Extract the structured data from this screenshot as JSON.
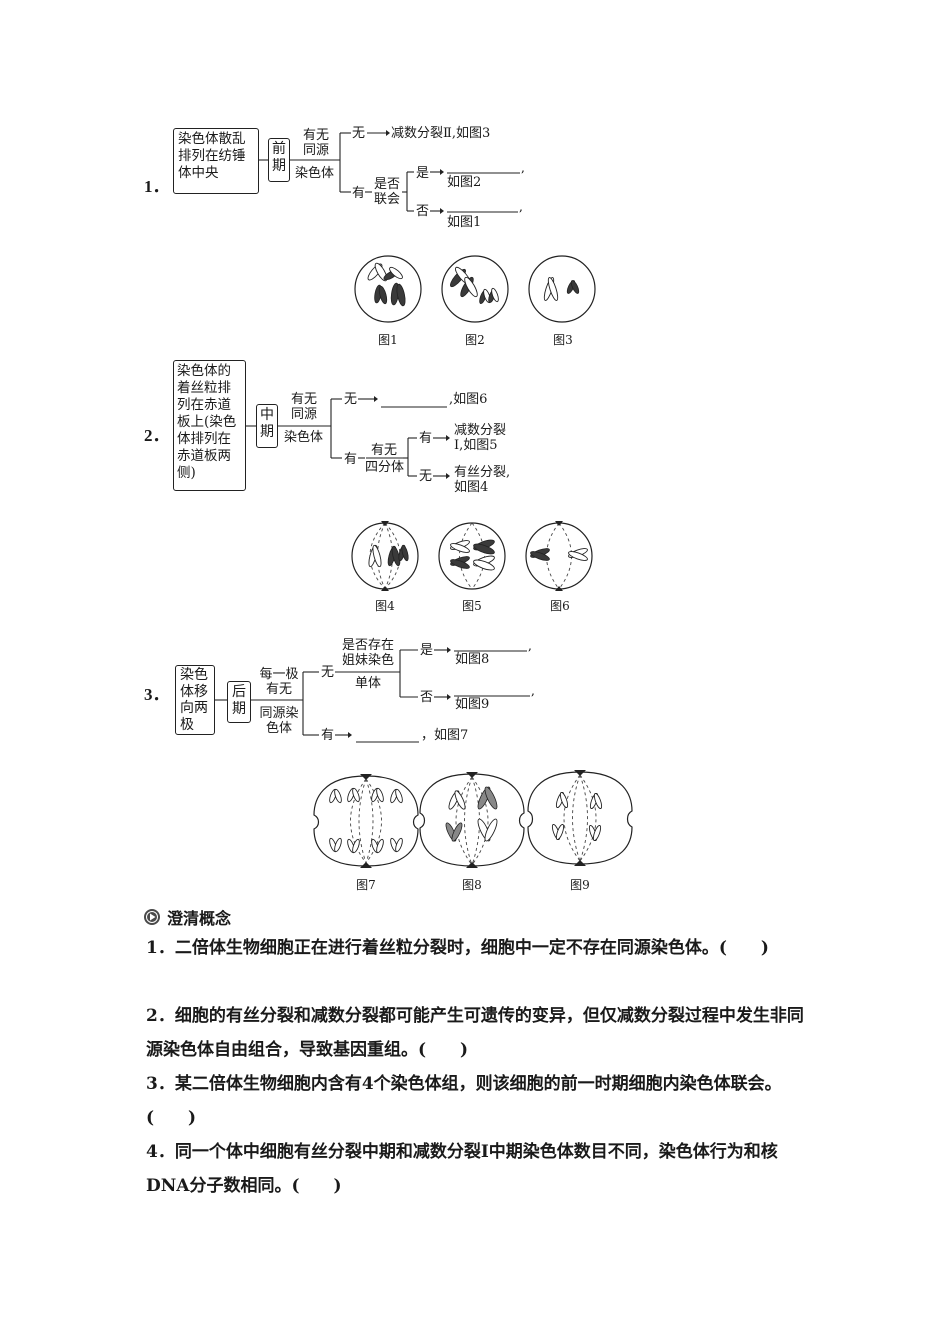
{
  "section1": {
    "number": "1．",
    "box_text": [
      "染色体散乱",
      "排列在纺锤",
      "体中央"
    ],
    "phase": [
      "前",
      "期"
    ],
    "question": [
      "有无",
      "同源"
    ],
    "question_under": "染色体",
    "no_label": "无",
    "no_result": "减数分裂Ⅱ,如图3",
    "yes_label": "有",
    "sub_question": [
      "是否",
      "联会"
    ],
    "yes2": "是",
    "yes2_ref": "如图2",
    "no2": "否",
    "no2_ref": "如图1",
    "figures": [
      "图1",
      "图2",
      "图3"
    ]
  },
  "section2": {
    "number": "2．",
    "box_text": [
      "染色体的",
      "着丝粒排",
      "列在赤道",
      "板上(染色",
      "体排列在",
      "赤道板两",
      "侧)"
    ],
    "phase": [
      "中",
      "期"
    ],
    "question": [
      "有无",
      "同源"
    ],
    "question_under": "染色体",
    "no_label": "无",
    "no_ref": ",如图6",
    "yes_label": "有",
    "sub_question": "有无",
    "sub_question_under": "四分体",
    "yes2": "有",
    "yes2_result": [
      "减数分裂",
      "Ⅰ,如图5"
    ],
    "no2": "无",
    "no2_result": [
      "有丝分裂,",
      "如图4"
    ],
    "figures": [
      "图4",
      "图5",
      "图6"
    ]
  },
  "section3": {
    "number": "3．",
    "box_text": [
      "染色",
      "体移",
      "向两",
      "极"
    ],
    "phase": [
      "后",
      "期"
    ],
    "question": [
      "每一极",
      "有无"
    ],
    "question_under": [
      "同源染",
      "色体"
    ],
    "no_label": "无",
    "sub_question": [
      "是否存在",
      "姐妹染色"
    ],
    "sub_question_under": "单体",
    "yes2": "是",
    "yes2_ref": "如图8",
    "no2": "否",
    "no2_ref": "如图9",
    "yes_label": "有",
    "yes_ref": "，如图7",
    "figures": [
      "图7",
      "图8",
      "图9"
    ]
  },
  "clarify": {
    "title": "澄清概念",
    "items": [
      "1．二倍体生物细胞正在进行着丝粒分裂时，细胞中一定不存在同源染色体。(　　)",
      "2．细胞的有丝分裂和减数分裂都可能产生可遗传的变异，但仅减数分裂过程中发生非同源染色体自由组合，导致基因重组。(　　)",
      "3．某二倍体生物细胞内含有4个染色体组，则该细胞的前一时期细胞内染色体联会。(　　)",
      "4．同一个体中细胞有丝分裂中期和减数分裂Ⅰ中期染色体数目不同，染色体行为和核DNA分子数相同。(　　)"
    ]
  }
}
